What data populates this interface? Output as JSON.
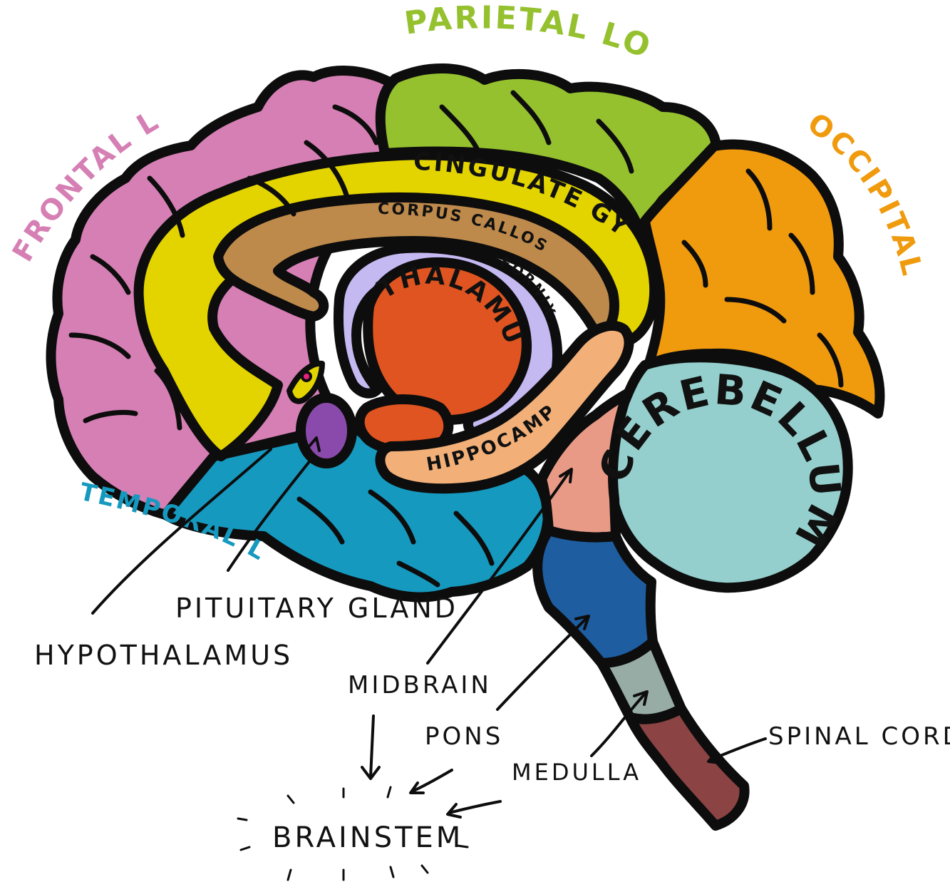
{
  "labels": {
    "parietal_lobe": "PARIETAL LOBE",
    "frontal_lobe": "FRONTAL LOBE",
    "occipital_lobe": "OCCIPITAL LOBE",
    "temporal_lobe": "TEMPORAL LOBE",
    "cingulate_gyrus": "CINGULATE GYRUS",
    "corpus_callosum": "CORPUS CALLOSUM",
    "thalamus": "THALAMUS",
    "fornix": "FORNIX",
    "hippocampus": "HIPPOCAMPUS",
    "cerebellum": "CEREBELLUM",
    "pituitary_gland": "PITUITARY GLAND",
    "hypothalamus": "HYPOTHALAMUS",
    "midbrain": "MIDBRAIN",
    "pons": "PONS",
    "medulla": "MEDULLA",
    "spinal_cord": "SPINAL CORD",
    "brainstem": "BRAINSTEM"
  },
  "colors": {
    "frontal": "#d57fb4",
    "parietal": "#95c12f",
    "occipital": "#f09a0e",
    "temporal": "#1699bf",
    "cingulate": "#e3d400",
    "corpus_callosum": "#be8a4b",
    "fornix": "#c5b9f2",
    "thalamus": "#df5420",
    "hippocampus": "#f2b078",
    "cerebellum": "#94cfcd",
    "midbrain": "#e99a86",
    "pons": "#1e5da0",
    "medulla": "#97aca5",
    "spinal_cord": "#8b4343",
    "hypothalamus": "#8a4aab",
    "pituitary_dot": "#e8207e"
  }
}
